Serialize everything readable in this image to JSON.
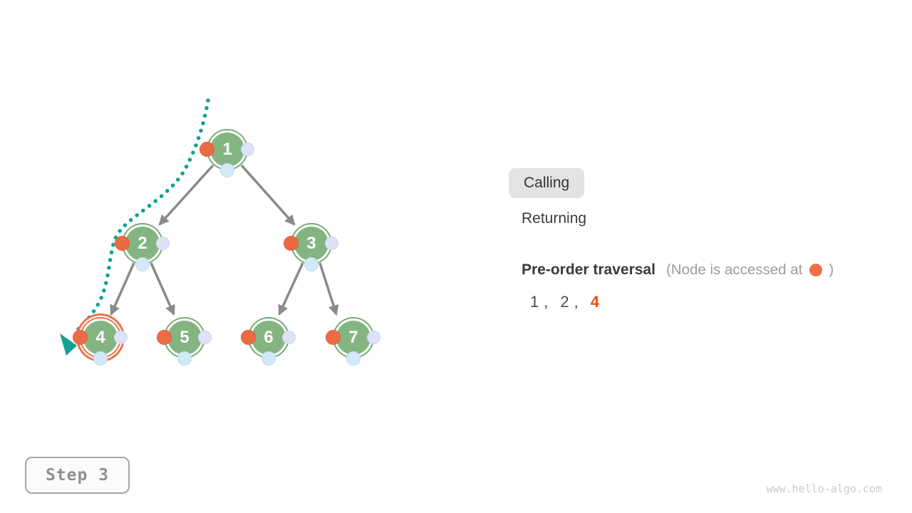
{
  "page": {
    "watermark": "www.hello-algo.com"
  },
  "legend": {
    "calling": "Calling",
    "returning": "Returning",
    "active": "Calling"
  },
  "panel": {
    "title": "Pre-order traversal",
    "note_open": "(Node is accessed at",
    "note_close": ")",
    "separator": ",",
    "sequence": [
      {
        "value": "1",
        "highlight": false
      },
      {
        "value": "2",
        "highlight": false
      },
      {
        "value": "4",
        "highlight": true
      }
    ]
  },
  "step": {
    "label": "Step 3"
  },
  "tree": {
    "nodes": [
      {
        "label": "1",
        "state": "default"
      },
      {
        "label": "2",
        "state": "default"
      },
      {
        "label": "3",
        "state": "default"
      },
      {
        "label": "4",
        "state": "current"
      },
      {
        "label": "5",
        "state": "default"
      },
      {
        "label": "6",
        "state": "default"
      },
      {
        "label": "7",
        "state": "default"
      }
    ],
    "edges": [
      "1-2",
      "1-3",
      "2-4",
      "2-5",
      "3-6",
      "3-7"
    ]
  },
  "colors": {
    "node_fill": "#84b581",
    "node_ring": "#74ab74",
    "current_ring": "#e8744d",
    "access_dot": "#ec6b45",
    "right_dot": "#dee2f7",
    "bottom_dot": "#d3e9f8",
    "edge": "#8a8a8a",
    "traversal_path": "#11a192",
    "sequence_highlight": "#e8500f"
  }
}
